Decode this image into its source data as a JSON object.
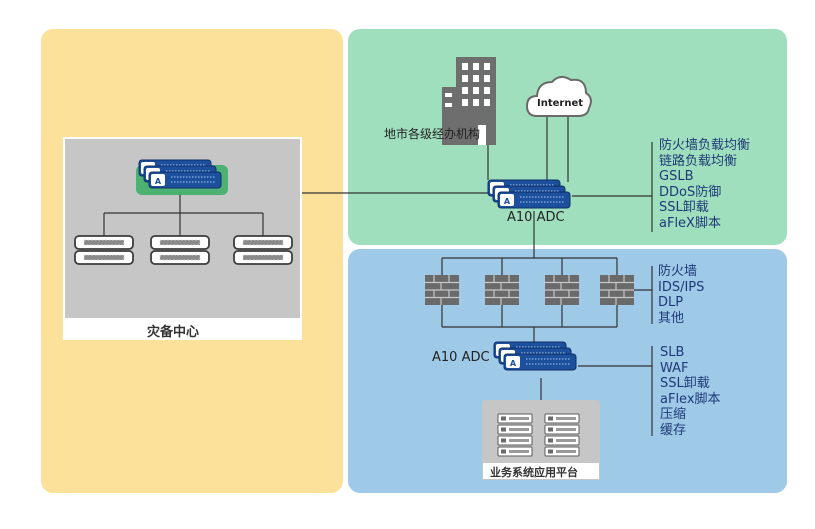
{
  "zones": {
    "disaster_recovery": {
      "label": "灾备中心"
    },
    "internet_side": {
      "building_label": "地市各级经办机构",
      "cloud_label": "Internet",
      "adc_label": "A10 ADC",
      "features": [
        "防火墙负载均衡",
        "链路负载均衡",
        "GSLB",
        "DDoS防御",
        "SSL卸载",
        "aFleX脚本"
      ]
    },
    "business_side": {
      "firewall_features": [
        "防火墙",
        "IDS/IPS",
        "DLP",
        "其他"
      ],
      "adc_label": "A10 ADC",
      "adc_features": [
        "SLB",
        "WAF",
        "SSL卸载",
        "aFlex脚本",
        "压缩",
        "缓存"
      ],
      "platform_label": "业务系统应用平台"
    }
  },
  "device_logo": "A10",
  "colors": {
    "dr_zone": "#fce19a",
    "internet_zone": "#9fdfbe",
    "business_zone": "#9ec9e7",
    "device_blue": "#1c4f9c",
    "feature_text": "#1f3a78"
  }
}
